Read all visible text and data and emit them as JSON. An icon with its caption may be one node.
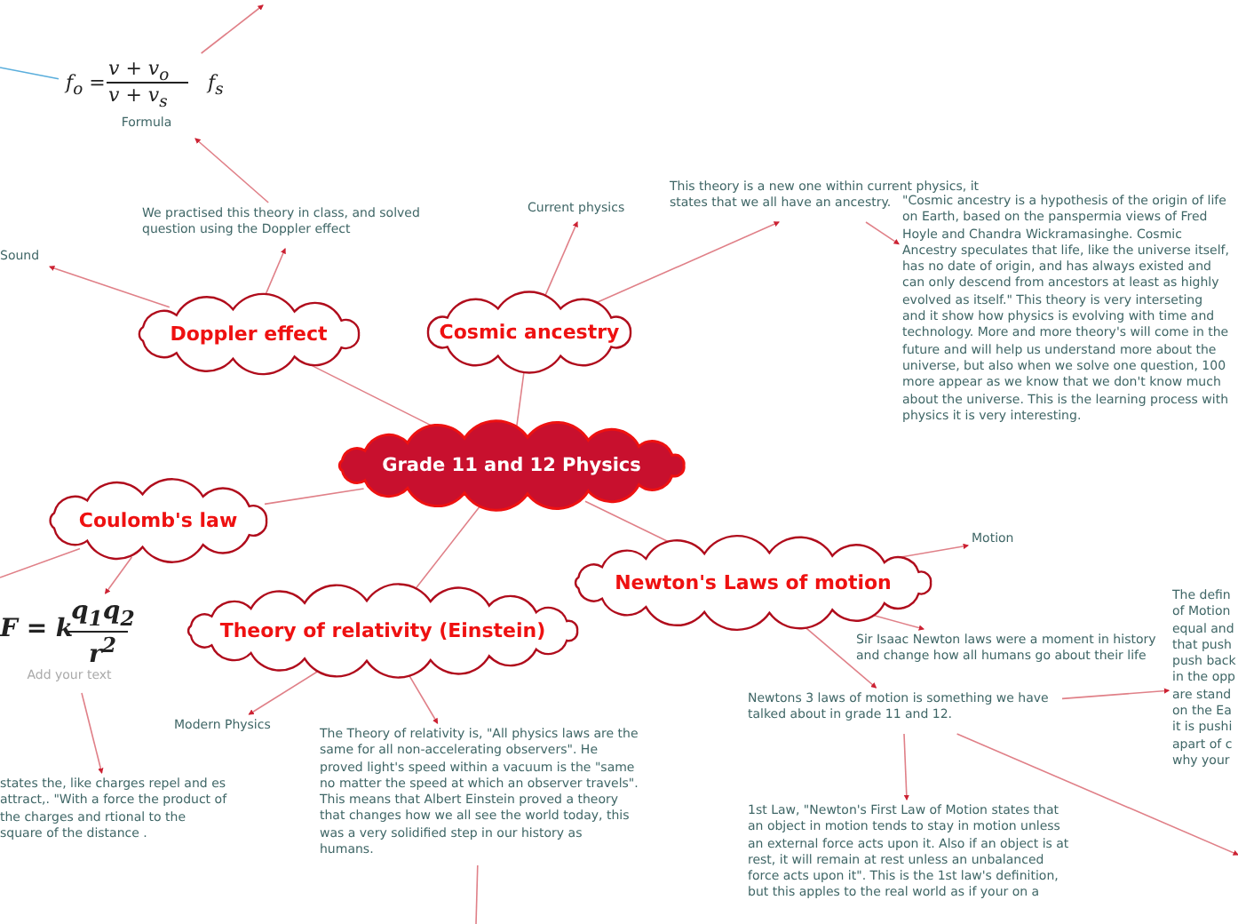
{
  "diagram": {
    "nodes": [
      {
        "text": [
          "Grade 11 and 12 Physics"
        ]
      },
      {
        "text": [
          "Doppler effect"
        ]
      },
      {
        "text": [
          "Cosmic ancestry"
        ]
      },
      {
        "text": [
          "Coulomb's law"
        ]
      },
      {
        "text": [
          "Theory of relativity (Einstein)"
        ]
      },
      {
        "text": [
          "Newton's Laws of motion"
        ]
      },
      {
        "text": [
          "f$_{o}$ =",
          "v + v$_{o}$",
          "v + v$_{s}$",
          "f$_{s}$",
          "Formula"
        ]
      },
      {
        "text": [
          "We practised this theory in class, and solved question using the Doppler effect"
        ]
      },
      {
        "text": [
          "Sound"
        ]
      },
      {
        "text": [
          "Current physics"
        ]
      },
      {
        "text": [
          "This theory is a new one within current physics, it states that we all have an ancestry."
        ]
      },
      {
        "text": [
          "\"Cosmic ancestry is a hypothesis of the origin of life on Earth, based on the panspermia views of Fred Hoyle and Chandra Wickramasinghe. Cosmic Ancestry speculates that life, like the universe itself, has no date of origin, and has always existed and can only descend from ancestors at least as highly evolved as itself.\" This theory is very interseting and it show how physics is evolving with time and technology. More and more theory's will come in the future and will help us understand more about the universe, but also when we solve one question, 100 more appear as we know that we don't know much about the universe. This is the learning process with physics it is very interesting."
        ]
      },
      {
        "text": [
          "F = k",
          "q$_{1}$q$_{2}$",
          "r$^{2}$",
          "Add your text"
        ]
      },
      {
        "text": [
          "states the, like charges repel and es attract,. \"With a force the product of the charges and rtional to the square of the distance ."
        ]
      },
      {
        "text": [
          "Modern Physics"
        ]
      },
      {
        "text": [
          "The Theory of relativity is, \"All physics laws are the same for all non-accelerating observers\". He proved light's speed within a vacuum is the \"same no matter the speed at which an observer travels\". This means that Albert Einstein proved a theory that changes how we all see the world today, this was a very solidified step in our history as humans."
        ]
      },
      {
        "text": [
          "Motion"
        ]
      },
      {
        "text": [
          "Sir Isaac Newton laws were a moment in history and change how all humans go about their life"
        ]
      },
      {
        "text": [
          "Newtons 3 laws of motion is something we have talked about in grade 11 and 12."
        ]
      },
      {
        "text": [
          "1st Law, \"Newton's First Law of Motion states that an object in motion tends to stay in motion unless an external force acts upon it. Also if an object is at rest, it will remain at rest unless an unbalanced force acts upon it\". This is the 1st law's definition, but this apples to the real world as if your on a"
        ]
      },
      {
        "text": [
          "The defin of Motion equal and that push push back in the opp are stand on the Ea it is pushi apart of c why your"
        ]
      }
    ],
    "edges": [
      {
        "from": 0,
        "to": 1,
        "arrow": "none"
      },
      {
        "from": 0,
        "to": 2,
        "arrow": "none"
      },
      {
        "from": 0,
        "to": 3,
        "arrow": "none"
      },
      {
        "from": 0,
        "to": 4,
        "arrow": "none"
      },
      {
        "from": 0,
        "to": 5,
        "arrow": "none"
      },
      {
        "from": 1,
        "to": 7,
        "arrow": "to"
      },
      {
        "from": 7,
        "to": 6,
        "arrow": "to"
      },
      {
        "from": 1,
        "to": 8,
        "arrow": "to"
      },
      {
        "from": 6,
        "to": null,
        "arrow": "to"
      },
      {
        "from": null,
        "to": 6,
        "arrow": "none",
        "color": "#5aaedc"
      },
      {
        "from": 2,
        "to": 9,
        "arrow": "to"
      },
      {
        "from": 2,
        "to": 10,
        "arrow": "to"
      },
      {
        "from": 10,
        "to": 11,
        "arrow": "to"
      },
      {
        "from": 3,
        "to": 12,
        "arrow": "to"
      },
      {
        "from": 3,
        "to": null,
        "arrow": "none"
      },
      {
        "from": 12,
        "to": 13,
        "arrow": "to"
      },
      {
        "from": 4,
        "to": 14,
        "arrow": "to"
      },
      {
        "from": 4,
        "to": 15,
        "arrow": "to"
      },
      {
        "from": 15,
        "to": null,
        "arrow": "none"
      },
      {
        "from": 5,
        "to": 16,
        "arrow": "to"
      },
      {
        "from": 5,
        "to": 17,
        "arrow": "to"
      },
      {
        "from": 5,
        "to": 18,
        "arrow": "to"
      },
      {
        "from": 18,
        "to": 19,
        "arrow": "to"
      },
      {
        "from": 18,
        "to": 20,
        "arrow": "to"
      },
      {
        "from": 18,
        "to": null,
        "arrow": "to"
      }
    ]
  }
}
